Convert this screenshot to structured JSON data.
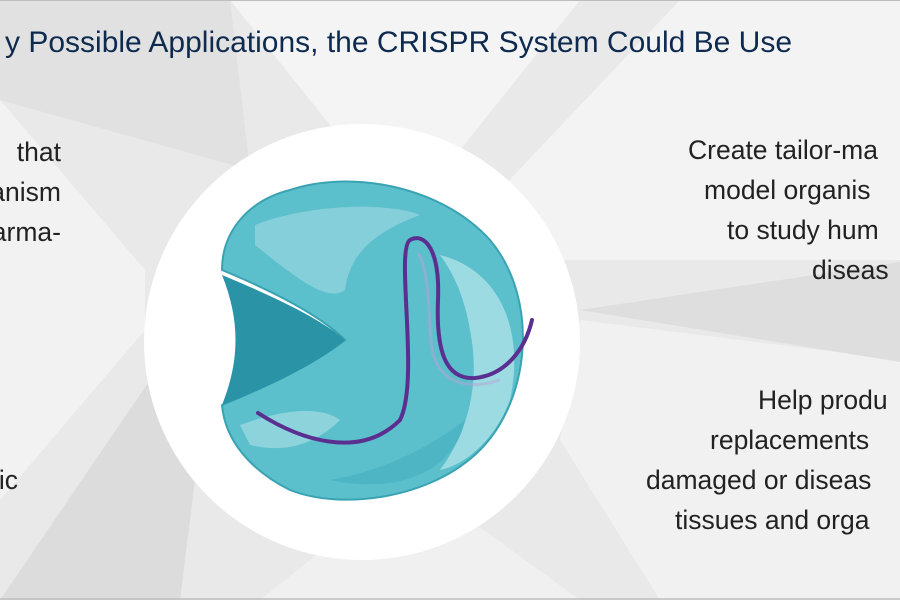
{
  "title": "y Possible Applications, the CRISPR System Could Be Use",
  "left_top_lines": [
    "that",
    "anism",
    "arma-"
  ],
  "left_bottom_lines": [
    "ic"
  ],
  "right_top_lines": [
    "Create tailor-ma",
    "model organis",
    "to study hum",
    "diseas"
  ],
  "right_bottom_lines": [
    "Help produ",
    "replacements",
    "damaged or diseas",
    "tissues and orga"
  ],
  "colors": {
    "title": "#0e2a4e",
    "text": "#222222",
    "background": "#e9e9ea",
    "panel_light": "#f3f3f4",
    "panel_dark": "#dcdcdd",
    "circle": "#ffffff",
    "cell_main": "#5cbfcc",
    "cell_light": "#a8dfe6",
    "cell_dark": "#2a93a6",
    "rna_strand": "#5a2f8f"
  },
  "icons": [
    "crispr-cas9-protein-icon",
    "guide-rna-strand-icon"
  ]
}
